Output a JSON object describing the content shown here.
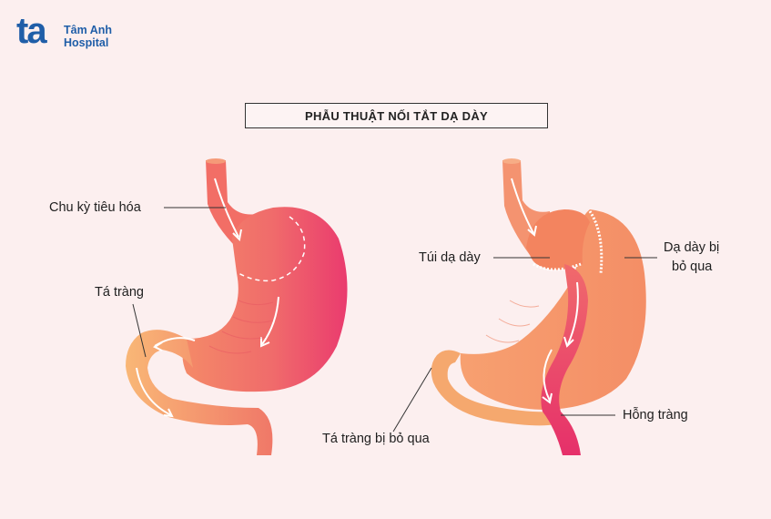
{
  "logo": {
    "mark": "ta",
    "line1": "Tâm Anh",
    "line2": "Hospital"
  },
  "title": "PHẪU THUẬT NỐI TẮT DẠ DÀY",
  "labels": {
    "digestive_cycle": "Chu kỳ tiêu hóa",
    "duodenum": "Tá tràng",
    "stomach_pouch": "Túi dạ dày",
    "bypassed_stomach_1": "Dạ dày bị",
    "bypassed_stomach_2": "bỏ qua",
    "bypassed_duodenum": "Tá tràng bị bỏ qua",
    "jejunum": "Hỗng tràng"
  },
  "colors": {
    "background": "#fcefef",
    "brand": "#1f5ea8",
    "stomach_light": "#f7a86a",
    "stomach_mid": "#f0745e",
    "stomach_dark": "#e9356a"
  }
}
